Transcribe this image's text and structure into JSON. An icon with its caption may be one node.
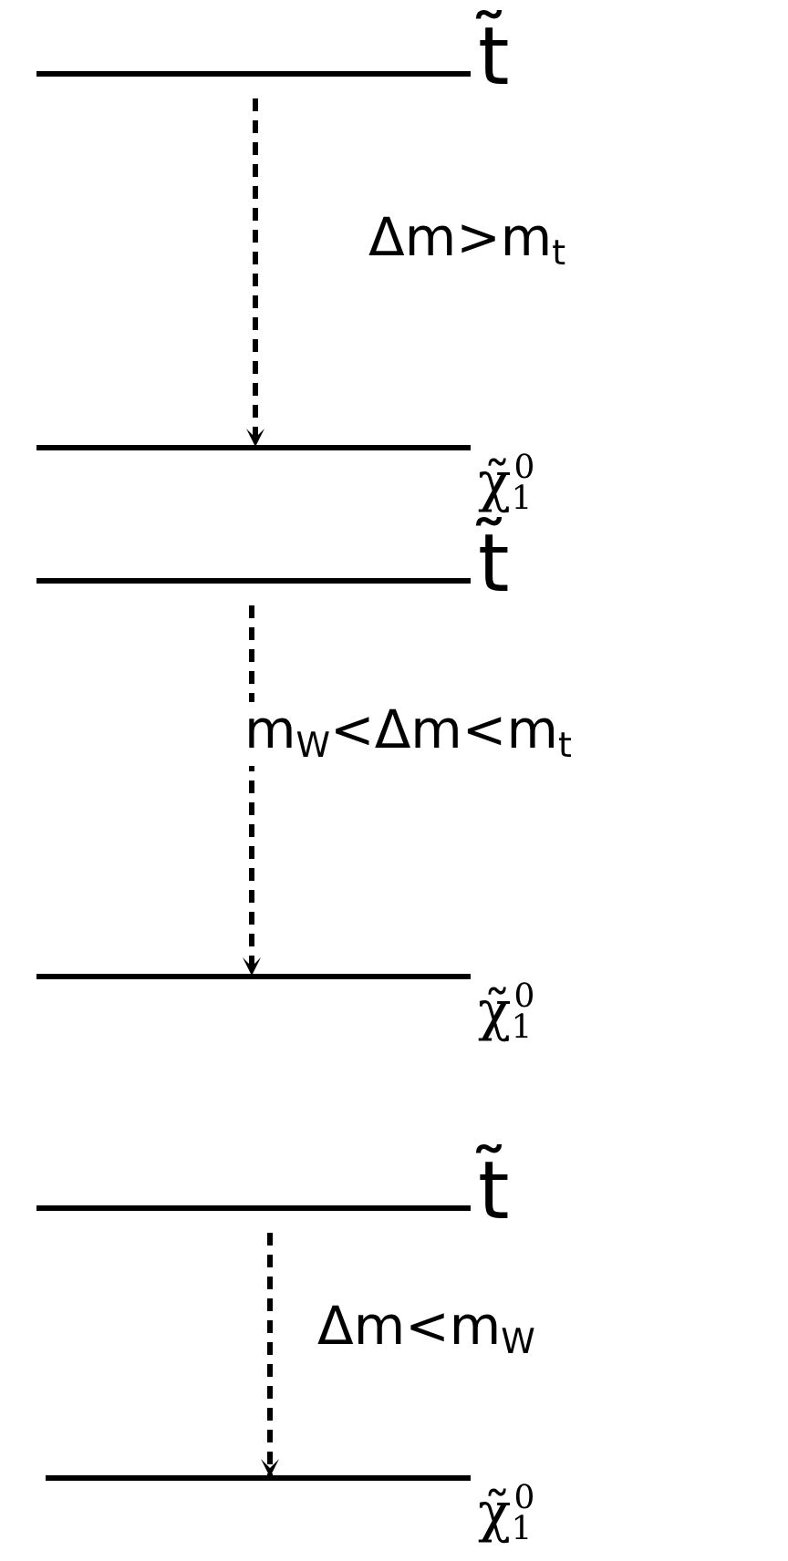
{
  "diagram": {
    "nodes": [
      {
        "text": [
          "t̃"
        ]
      },
      {
        "text": [
          "χ̃$_{1}$$^{0}$"
        ]
      },
      {
        "text": [
          "t̃"
        ]
      },
      {
        "text": [
          "χ̃$_{1}$$^{0}$"
        ]
      },
      {
        "text": [
          "t̃"
        ]
      },
      {
        "text": [
          "χ̃$_{1}$$^{0}$"
        ]
      }
    ],
    "edges": [
      {
        "from": 0,
        "to": 1,
        "arrow": "to",
        "style": "dashed",
        "label": "Δm>m$_{t}$"
      },
      {
        "from": 2,
        "to": 3,
        "arrow": "to",
        "style": "dashed",
        "label": "m$_{W}$<Δm<m$_{t}$"
      },
      {
        "from": 4,
        "to": 5,
        "arrow": "to",
        "style": "dashed",
        "label": "Δm<m$_{W}$"
      }
    ]
  }
}
